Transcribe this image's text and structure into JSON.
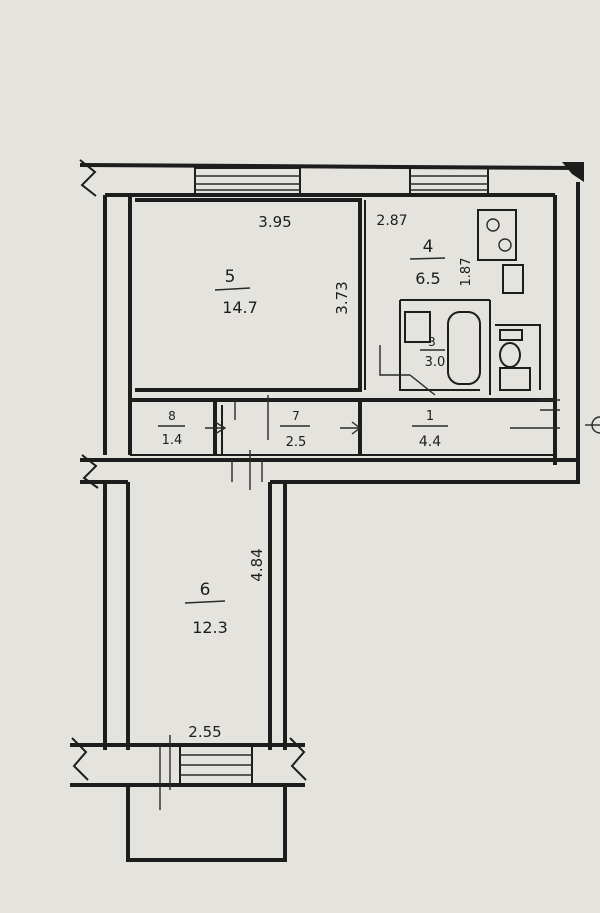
{
  "rooms": {
    "r5": {
      "number": "5",
      "area": "14.7"
    },
    "r4": {
      "number": "4",
      "area": "6.5"
    },
    "r3": {
      "number": "3",
      "area": "3.0"
    },
    "r8": {
      "number": "8",
      "area": "1.4"
    },
    "r7": {
      "number": "7",
      "area": "2.5"
    },
    "r1": {
      "number": "1",
      "area": "4.4"
    },
    "r6": {
      "number": "6",
      "area": "12.3"
    }
  },
  "dimensions": {
    "d1": "3.95",
    "d2": "2.87",
    "d3": "3.73",
    "d4": "1.87",
    "d5": "4.84",
    "d6": "2.55"
  },
  "colors": {
    "paper": "#e4e3de",
    "ink": "#1d1d1d"
  }
}
